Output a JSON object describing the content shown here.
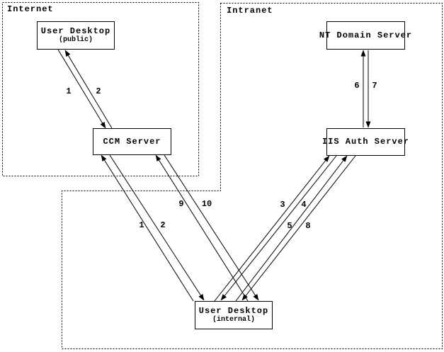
{
  "regions": {
    "internet": {
      "label": "Internet"
    },
    "intranet": {
      "label": "Intranet"
    }
  },
  "nodes": {
    "user_desktop_public": {
      "title": "User Desktop",
      "subtitle": "(public)"
    },
    "ccm_server": {
      "title": "CCM Server"
    },
    "nt_domain_server": {
      "title": "NT Domain Server"
    },
    "iis_auth_server": {
      "title": "IIS Auth Server"
    },
    "user_desktop_internal": {
      "title": "User Desktop",
      "subtitle": "(internal)"
    }
  },
  "arrows": [
    {
      "label": "1",
      "from": "user_desktop_public",
      "to": "ccm_server"
    },
    {
      "label": "2",
      "from": "ccm_server",
      "to": "user_desktop_public"
    },
    {
      "label": "1",
      "from": "user_desktop_internal",
      "to": "ccm_server"
    },
    {
      "label": "2",
      "from": "ccm_server",
      "to": "user_desktop_internal"
    },
    {
      "label": "9",
      "from": "user_desktop_internal",
      "to": "ccm_server"
    },
    {
      "label": "10",
      "from": "ccm_server",
      "to": "user_desktop_internal"
    },
    {
      "label": "3",
      "from": "user_desktop_internal",
      "to": "iis_auth_server"
    },
    {
      "label": "4",
      "from": "iis_auth_server",
      "to": "user_desktop_internal"
    },
    {
      "label": "5",
      "from": "user_desktop_internal",
      "to": "iis_auth_server"
    },
    {
      "label": "8",
      "from": "iis_auth_server",
      "to": "user_desktop_internal"
    },
    {
      "label": "6",
      "from": "iis_auth_server",
      "to": "nt_domain_server"
    },
    {
      "label": "7",
      "from": "nt_domain_server",
      "to": "iis_auth_server"
    }
  ],
  "colors": {
    "line": "#000000",
    "background": "#ffffff",
    "box_fill": "#ffffff"
  }
}
